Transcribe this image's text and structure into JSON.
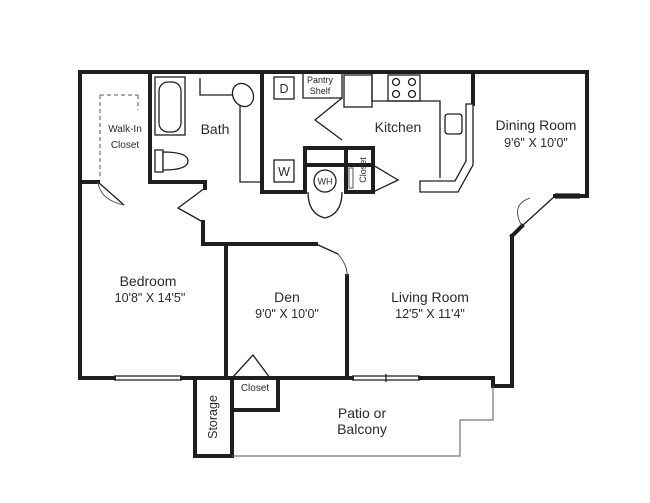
{
  "rooms": {
    "walk_in_closet": {
      "line1": "Walk-In",
      "line2": "Closet"
    },
    "bath": {
      "name": "Bath"
    },
    "kitchen": {
      "name": "Kitchen"
    },
    "pantry": {
      "line1": "Pantry",
      "line2": "Shelf"
    },
    "dining": {
      "name": "Dining Room",
      "size": "9'6\" X 10'0\""
    },
    "bedroom": {
      "name": "Bedroom",
      "size": "10'8\" X 14'5\""
    },
    "den": {
      "name": "Den",
      "size": "9'0\" X 10'0\""
    },
    "living": {
      "name": "Living Room",
      "size": "12'5\" X 11'4\""
    },
    "hall_closet": {
      "name": "Closet"
    },
    "den_closet": {
      "name": "Closet"
    },
    "storage": {
      "name": "Storage"
    },
    "patio": {
      "line1": "Patio or",
      "line2": "Balcony"
    }
  },
  "fixtures": {
    "dryer": "D",
    "washer": "W",
    "water_heater": "WH"
  }
}
